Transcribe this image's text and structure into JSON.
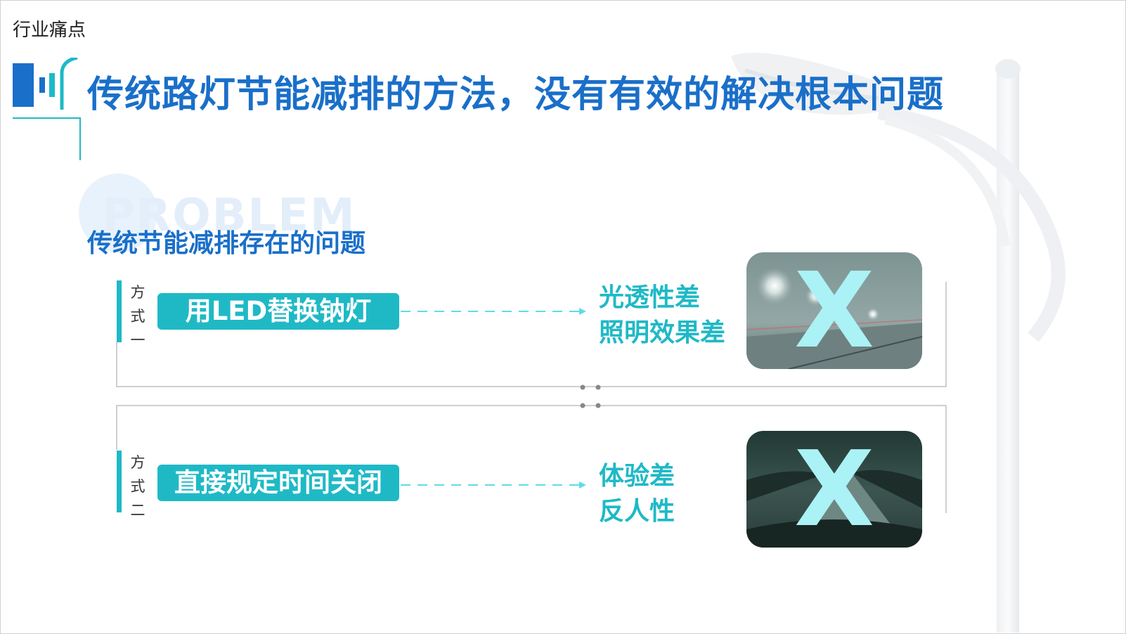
{
  "section_label": "行业痛点",
  "title": "传统路灯节能减排的方法，没有有效的解决根本问题",
  "watermark": "PROBLEM",
  "subtitle": "传统节能减排存在的问题",
  "methods": [
    {
      "label_chars": [
        "方",
        "式",
        "一"
      ],
      "action": "用LED替换钠灯",
      "problems": [
        "光透性差",
        "照明效果差"
      ],
      "mark": "X"
    },
    {
      "label_chars": [
        "方",
        "式",
        "二"
      ],
      "action": "直接规定时间关闭",
      "problems": [
        "体验差",
        "反人性"
      ],
      "mark": "X"
    }
  ],
  "colors": {
    "title_blue": "#1a6fc9",
    "accent_teal": "#1fb9c6",
    "x_mark": "#aaf2f5"
  }
}
